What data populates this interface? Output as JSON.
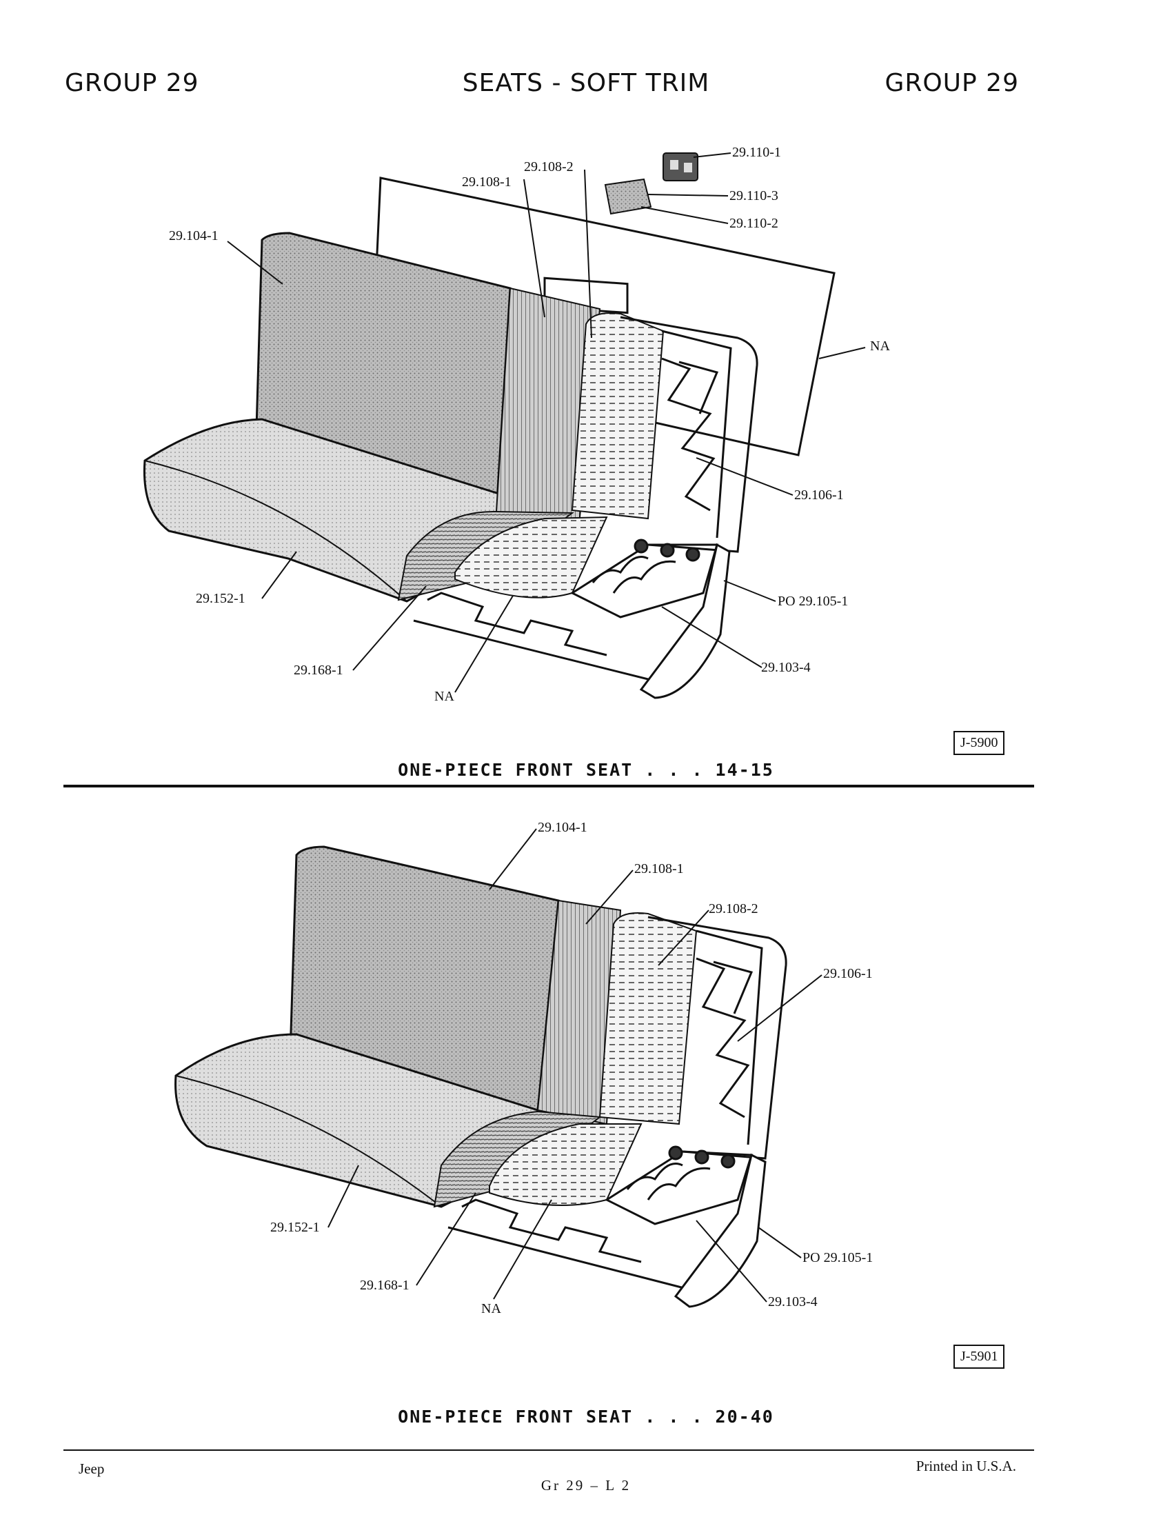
{
  "header": {
    "left": "GROUP 29",
    "center": "SEATS - SOFT TRIM",
    "right": "GROUP 29"
  },
  "figures": [
    {
      "caption": "ONE-PIECE FRONT SEAT . . . 14-15",
      "figure_number": "J-5900",
      "labels": {
        "l_110_1": "29.110-1",
        "l_108_2": "29.108-2",
        "l_108_1": "29.108-1",
        "l_110_3": "29.110-3",
        "l_110_2": "29.110-2",
        "l_104_1": "29.104-1",
        "l_na_panel": "NA",
        "l_106_1": "29.106-1",
        "l_105_1": "PO  29.105-1",
        "l_152_1": "29.152-1",
        "l_103_4": "29.103-4",
        "l_168_1": "29.168-1",
        "l_na_bottom": "NA"
      }
    },
    {
      "caption": "ONE-PIECE FRONT SEAT . . . 20-40",
      "figure_number": "J-5901",
      "labels": {
        "l_104_1": "29.104-1",
        "l_108_1": "29.108-1",
        "l_108_2": "29.108-2",
        "l_106_1": "29.106-1",
        "l_152_1": "29.152-1",
        "l_105_1": "PO  29.105-1",
        "l_168_1": "29.168-1",
        "l_103_4": "29.103-4",
        "l_na_bottom": "NA"
      }
    }
  ],
  "footer": {
    "left": "Jeep",
    "center": "Gr  29  –  L  2",
    "right": "Printed  in U.S.A."
  }
}
